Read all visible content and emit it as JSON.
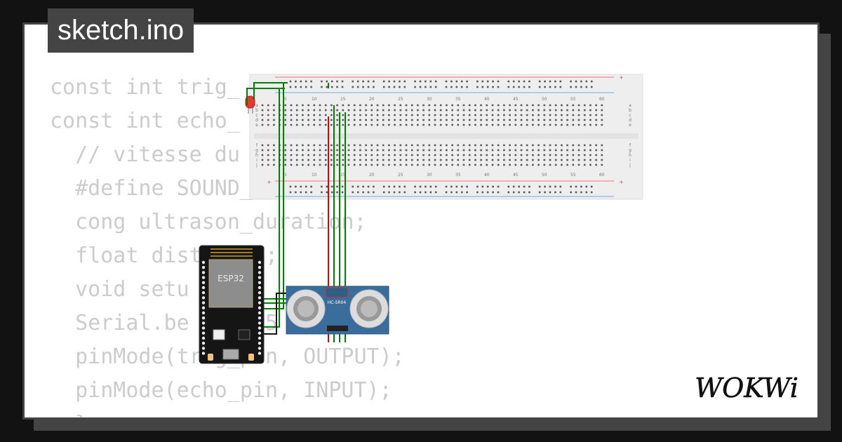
{
  "file_tab": {
    "label": "sketch.ino"
  },
  "code_lines": [
    "const int trig_",
    "const int echo_",
    "  // vitesse du",
    "  #define SOUND_",
    "  cong ultrason_duration;",
    "  float dist   cm;",
    "  void setu",
    "  Serial.be     15",
    "  pinMode(trig_pin, OUTPUT);",
    "  pinMode(echo_pin, INPUT);",
    "  }"
  ],
  "breadboard": {
    "column_numbers": [
      "5",
      "10",
      "15",
      "20",
      "25",
      "30",
      "35",
      "40",
      "45",
      "50",
      "55",
      "60"
    ],
    "row_letters_top": [
      "a",
      "b",
      "c",
      "d",
      "e"
    ],
    "row_letters_bottom": [
      "f",
      "g",
      "h",
      "i",
      "j"
    ],
    "rail_plus": "+",
    "rail_minus": "-"
  },
  "esp32": {
    "chip_label": "ESP32"
  },
  "sensor": {
    "label": "HC-SR04"
  },
  "logo": {
    "text": "WOKWi"
  },
  "colors": {
    "background": "#121212",
    "frame": "#444444",
    "code_text": "#cccccc",
    "breadboard": "#eeeeee",
    "wire_green": "#008000",
    "wire_red": "#e00000",
    "wire_black": "#111111",
    "sensor_blue": "#3a6d9c"
  }
}
